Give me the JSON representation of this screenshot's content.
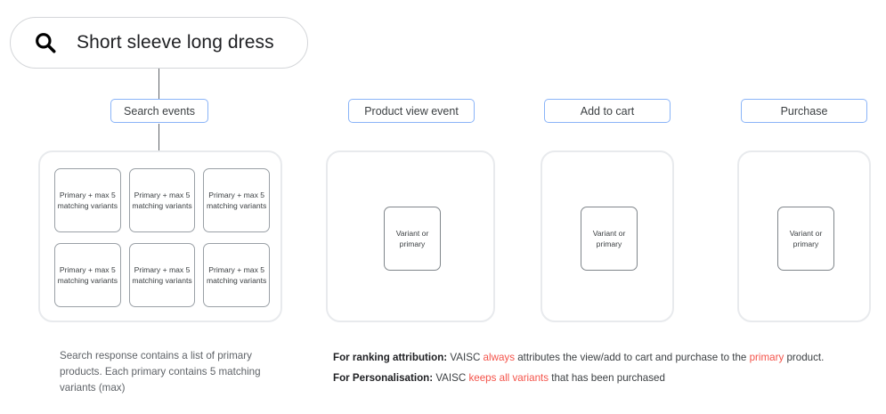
{
  "search": {
    "icon": "search-icon",
    "query": "Short sleeve long dress"
  },
  "labels": {
    "search_events": "Search events",
    "product_view": "Product view event",
    "add_to_cart": "Add to cart",
    "purchase": "Purchase"
  },
  "search_panel": {
    "cards": [
      "Primary + max 5 matching variants",
      "Primary + max 5 matching variants",
      "Primary + max 5 matching variants",
      "Primary + max 5 matching variants",
      "Primary + max 5 matching variants",
      "Primary + max 5 matching variants"
    ]
  },
  "event_panels": {
    "product_view_card": "Variant or primary",
    "add_to_cart_card": "Variant or primary",
    "purchase_card": "Variant or primary"
  },
  "captions": {
    "left": "Search response contains a list of primary products. Each primary contains 5 matching variants (max)"
  },
  "notes": {
    "ranking": {
      "lead": "For ranking attribution:",
      "part1": " VAISC ",
      "hl1": "always",
      "part2": " attributes the view/add to cart and purchase to the ",
      "hl2": "primary",
      "part3": " product."
    },
    "personalisation": {
      "lead": "For Personalisation:",
      "part1": " VAISC ",
      "hl1": "keeps all variants",
      "part2": " that has been purchased"
    }
  },
  "colors": {
    "accent_blue": "#8ab4f8",
    "highlight_red": "#f4534a",
    "panel_border": "#e8eaed",
    "card_border": "#9aa0a6"
  }
}
